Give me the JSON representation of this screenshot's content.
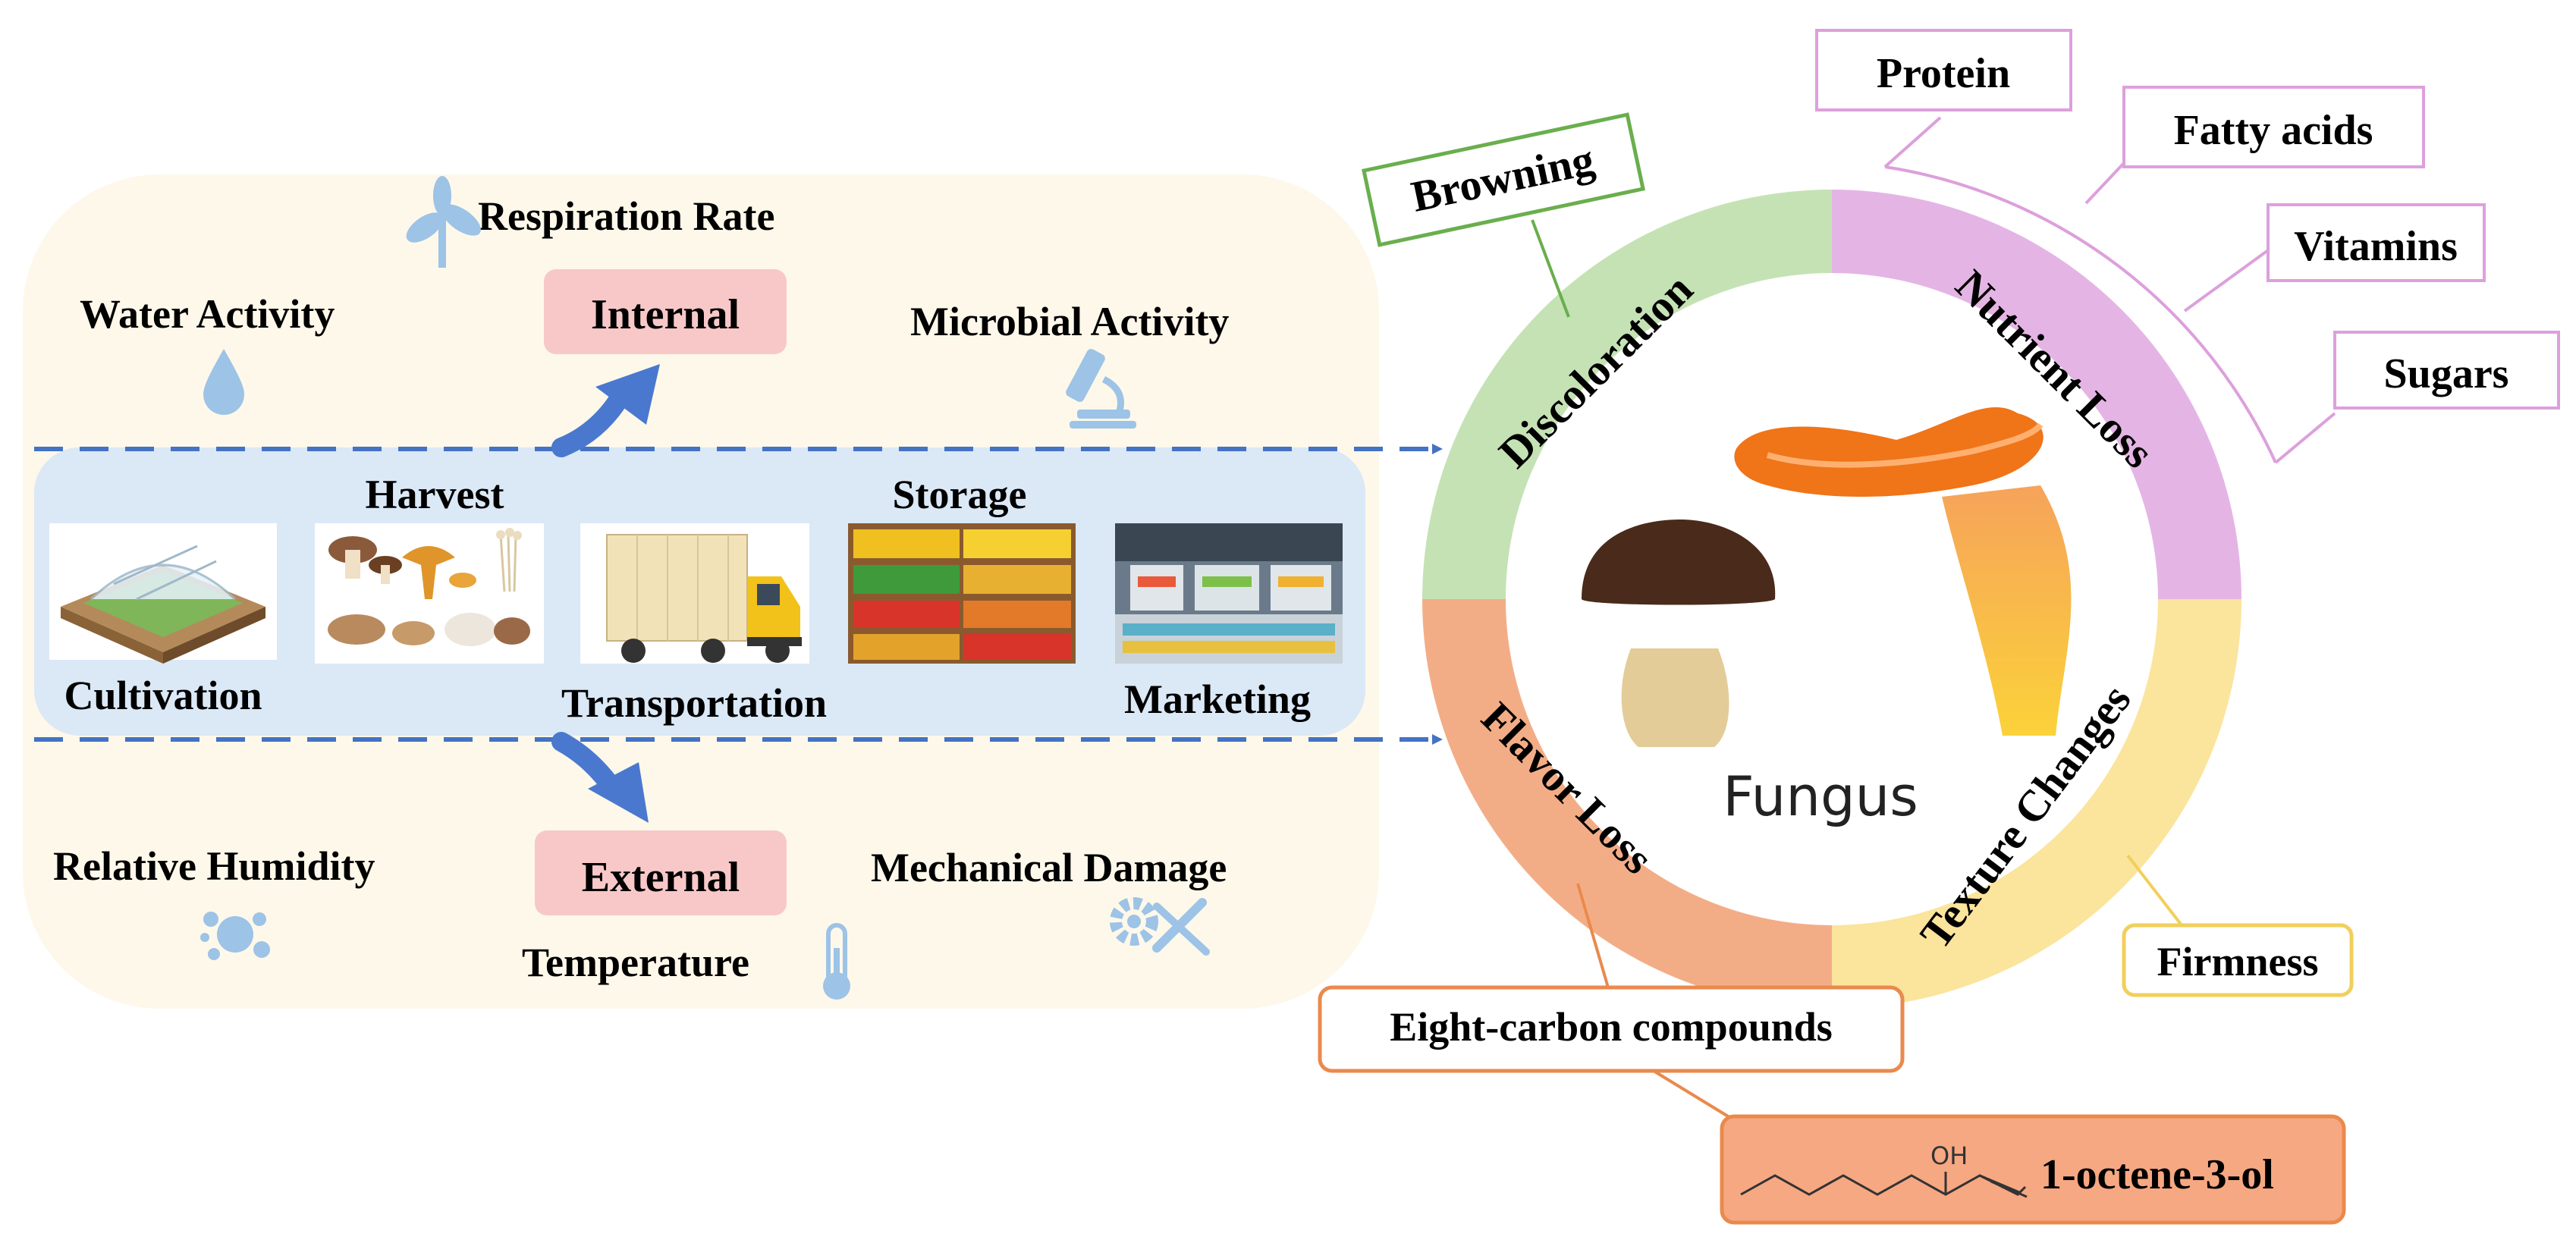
{
  "left_panel": {
    "factors": {
      "respiration_rate": "Respiration Rate",
      "water_activity": "Water Activity",
      "microbial_activity": "Microbial Activity",
      "relative_humidity": "Relative Humidity",
      "mechanical_damage": "Mechanical Damage",
      "temperature": "Temperature"
    },
    "internal_label": "Internal",
    "external_label": "External",
    "chain": {
      "harvest": "Harvest",
      "storage": "Storage",
      "cultivation": "Cultivation",
      "transportation": "Transportation",
      "marketing": "Marketing"
    }
  },
  "ring": {
    "center_label": "Fungus",
    "segments": {
      "discoloration": "Discoloration",
      "nutrient_loss": "Nutrient Loss",
      "flavor_loss": "Flavor Loss",
      "texture_changes": "Texture Changes"
    }
  },
  "callouts": {
    "browning": "Browning",
    "protein": "Protein",
    "fatty_acids": "Fatty acids",
    "vitamins": "Vitamins",
    "sugars": "Sugars",
    "firmness": "Firmness",
    "eight_carbon": "Eight-carbon compounds",
    "octenol": "1-octene-3-ol",
    "oh_group": "OH"
  },
  "colors": {
    "panel_bg": "#fdf8ea",
    "chain_bg": "#dbe8f6",
    "dashed_blue": "#4472c4",
    "arrow_blue": "#4a78cf",
    "internal_bg": "#f8c8c8",
    "discoloration": "#c5e2b5",
    "nutrient_loss": "#e4b5e4",
    "flavor_loss": "#f3ad86",
    "texture_changes": "#fbe49c",
    "browning_border": "#6aae4e",
    "nutrient_border": "#dca0dc",
    "firmness_border": "#f2cf5c",
    "flavor_border": "#e98a4d",
    "octenol_bg": "#f6a883",
    "cap_orange": "#f07418",
    "cap_brown": "#4a2a1a",
    "stem_tan": "#e3cc98"
  }
}
